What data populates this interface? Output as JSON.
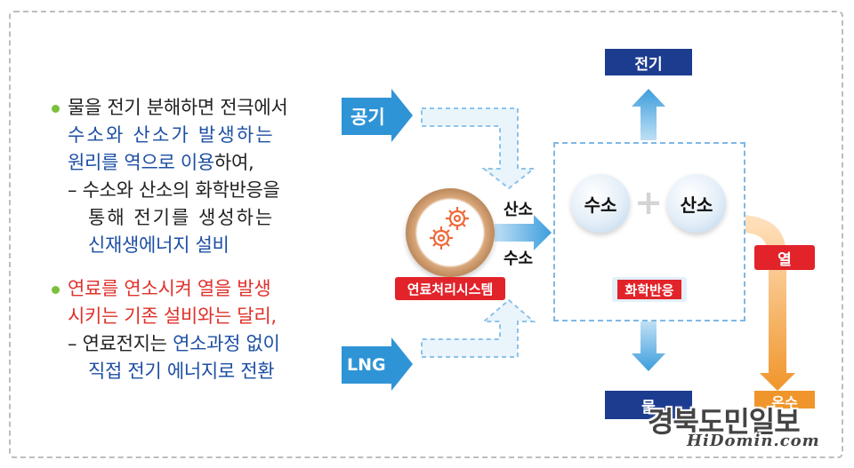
{
  "left_text": {
    "block1": {
      "line1": "물을 전기 분해하면 전극에서",
      "line2": "수소와 산소가 발생하는",
      "line3_blue": "원리를 역으로 이용",
      "line3_dark": "하여,",
      "line4": "– 수소와 산소의 화학반응을",
      "line5": "통해 전기를 생성하는",
      "line6": "신재생에너지 설비"
    },
    "block2": {
      "line1": "연료를 연소시켜 열을 발생",
      "line2": "시키는 기존 설비와는 달리,",
      "line3_dark": "– 연료전지는 ",
      "line3_blue": "연소과정 없이",
      "line4": "직접 전기 에너지로 전환"
    }
  },
  "diagram": {
    "input_air": "공기",
    "input_lng": "LNG",
    "processor_label": "연료처리시스템",
    "oxygen": "산소",
    "hydrogen": "수소",
    "circle_hydrogen": "수소",
    "plus": "+",
    "circle_oxygen": "산소",
    "reaction": "화학반응",
    "electricity": "전기",
    "heat": "열",
    "water": "물",
    "hot_water": "온수"
  },
  "watermark": {
    "title": "경북도민일보",
    "domain": "HiDomin.com"
  },
  "colors": {
    "blue_arrow": "#2f94d6",
    "navy": "#1c3c8f",
    "red": "#e2232a",
    "orange": "#f0952b",
    "text_blue": "#1d4fa3",
    "text_red": "#e0312b",
    "bullet_green": "#7cbf3c"
  }
}
